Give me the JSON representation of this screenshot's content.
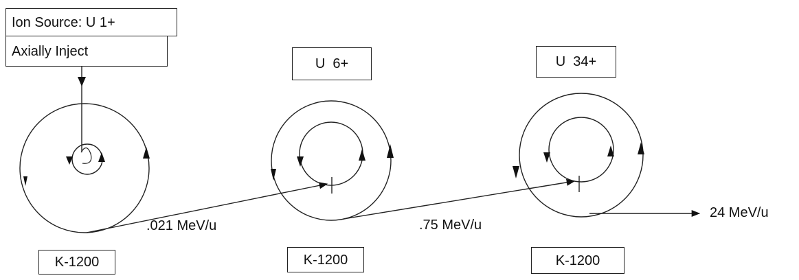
{
  "source": {
    "name": "Ion Source: U 1+",
    "injection": "Axially Inject"
  },
  "stages": [
    {
      "charge_state": "",
      "cyclotron": "K-1200"
    },
    {
      "charge_state": "U  6+",
      "cyclotron": "K-1200"
    },
    {
      "charge_state": "U  34+",
      "cyclotron": "K-1200"
    }
  ],
  "energies": [
    ".021 MeV/u",
    ".75 MeV/u",
    "24 MeV/u"
  ]
}
